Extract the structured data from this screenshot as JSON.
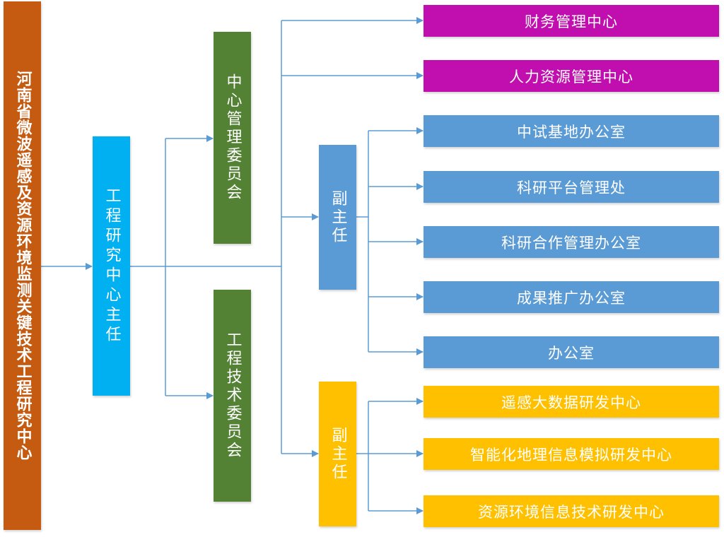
{
  "diagram": {
    "type": "org-chart",
    "root": {
      "label": "河南省微波遥感及资源环境监测关键技术工程研究中心",
      "color": "#C55A11"
    },
    "director": {
      "label": "工程研究中心主任",
      "color": "#00B0F0"
    },
    "committees": [
      {
        "label": "中心管理委员会",
        "color": "#548235"
      },
      {
        "label": "工程技术委员会",
        "color": "#548235"
      }
    ],
    "deputies": [
      {
        "label": "副主任",
        "color": "#5B9BD5"
      },
      {
        "label": "副主任",
        "color": "#FFC000"
      }
    ],
    "direct_units": [
      {
        "label": "财务管理中心",
        "color": "#C00FAE"
      },
      {
        "label": "人力资源管理中心",
        "color": "#C00FAE"
      }
    ],
    "deputy1_units": [
      {
        "label": "中试基地办公室",
        "color": "#5B9BD5"
      },
      {
        "label": "科研平台管理处",
        "color": "#5B9BD5"
      },
      {
        "label": "科研合作管理办公室",
        "color": "#5B9BD5"
      },
      {
        "label": "成果推广办公室",
        "color": "#5B9BD5"
      },
      {
        "label": "办公室",
        "color": "#5B9BD5"
      }
    ],
    "deputy2_units": [
      {
        "label": "遥感大数据研发中心",
        "color": "#FFC000"
      },
      {
        "label": "智能化地理信息模拟研发中心",
        "color": "#FFC000"
      },
      {
        "label": "资源环境信息技术研发中心",
        "color": "#FFC000"
      }
    ],
    "connector_color": "#5B9BD5"
  }
}
